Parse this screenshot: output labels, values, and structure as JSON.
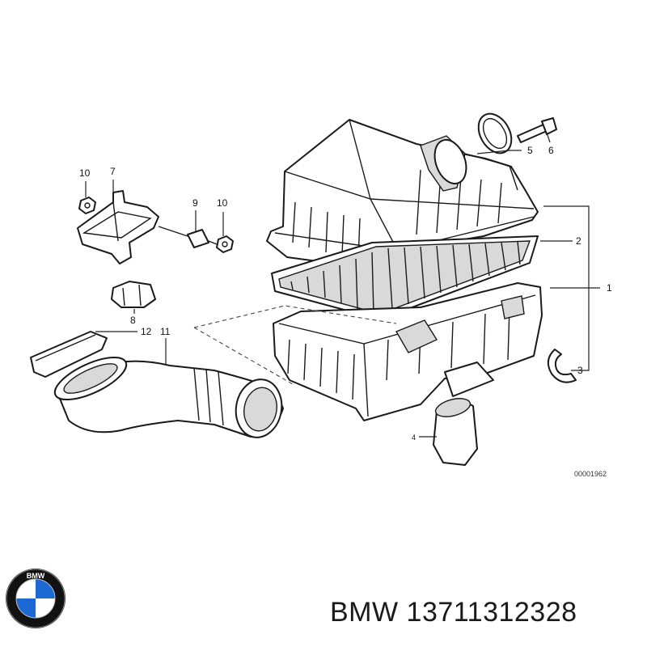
{
  "diagram": {
    "callouts": {
      "c1": "1",
      "c2": "2",
      "c3": "3",
      "c4": "4",
      "c5": "5",
      "c6": "6",
      "c7": "7",
      "c8": "8",
      "c9": "9",
      "c10a": "10",
      "c10b": "10",
      "c11": "11",
      "c12": "12"
    },
    "reference_number": "00001962"
  },
  "logo": {
    "text": "BMW",
    "colors": {
      "blue": "#1c69d4",
      "black": "#111111",
      "white": "#ffffff"
    }
  },
  "caption": {
    "brand": "BMW",
    "part_number": "13711312328"
  }
}
